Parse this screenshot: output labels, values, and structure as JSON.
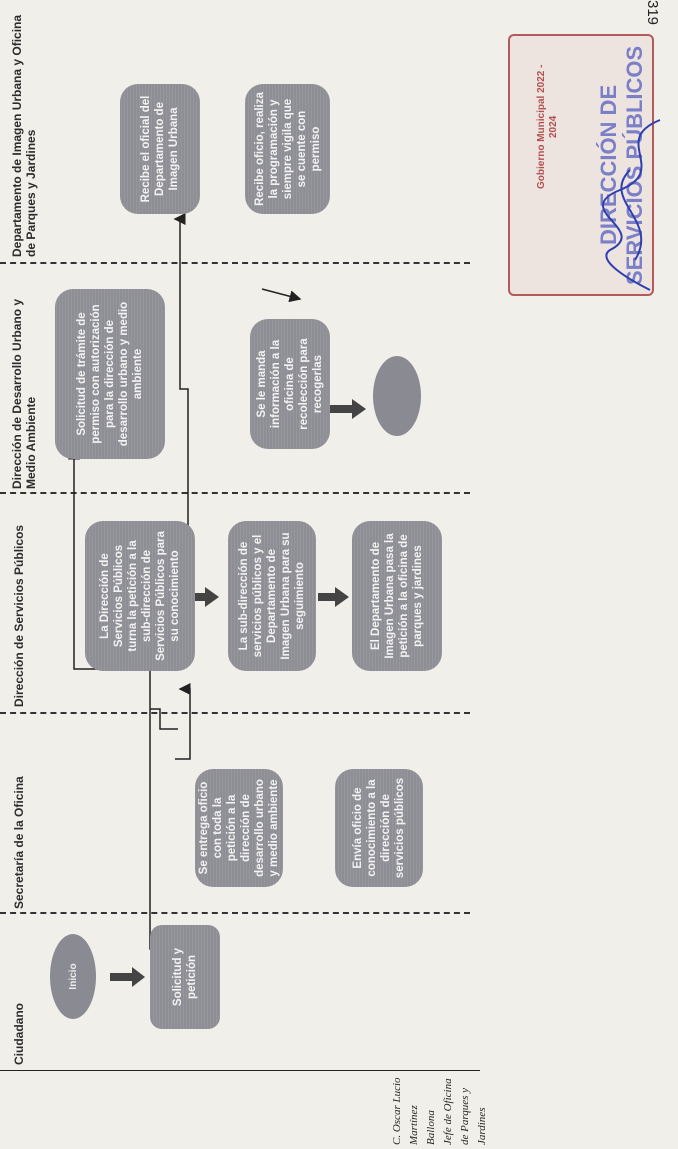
{
  "page_number": "319",
  "lanes": [
    {
      "key": "ciudadano",
      "header": "Ciudadano"
    },
    {
      "key": "secretaria",
      "header": "Secretaría de la Oficina"
    },
    {
      "key": "servicios",
      "header": "Dirección de Servicios Públicos"
    },
    {
      "key": "desarrollo",
      "header": "Dirección de Desarrollo Urbano y Medio Ambiente"
    },
    {
      "key": "imagen",
      "header": "Departamento de Imagen Urbana y Oficina de Parques y Jardines"
    }
  ],
  "side_label": {
    "line1": "C. Oscar Lucio Martínez Ballona",
    "line2": "Jefe de Oficina de Parques y Jardines"
  },
  "nodes": {
    "inicio": "Inicio",
    "solicitud": "Solicitud y petición",
    "secretaria_entrega": "Se entrega oficio con toda la petición a la dirección de desarrollo urbano y medio ambiente",
    "secretaria_envia": "Envía oficio de conocimiento a la dirección de servicios públicos",
    "servicios_dir": "La Dirección de Servicios Públicos turna la petición a la sub-dirección de Servicios Públicos para su conocimiento",
    "servicios_sub": "La sub-dirección de servicios públicos y el Departamento de Imagen Urbana para su seguimiento",
    "servicios_depto": "El Departamento de Imagen Urbana pasa la petición a la oficina de parques y jardines",
    "desarrollo_solicitud": "Solicitud de trámite de permiso con autorización para la dirección de desarrollo urbano y medio ambiente",
    "desarrollo_informa": "Se le manda información a la oficina de recolección para recogerlas",
    "imagen_recibe": "Recibe el oficial del Departamento de Imagen Urbana",
    "imagen_realiza": "Recibe oficio, realiza la programación y siempre vigila que se cuente con permiso"
  },
  "stamp": {
    "title": "DIRECCIÓN DE SERVICIOS PÚBLICOS",
    "subtitle": "Gobierno Municipal 2022 - 2024"
  }
}
